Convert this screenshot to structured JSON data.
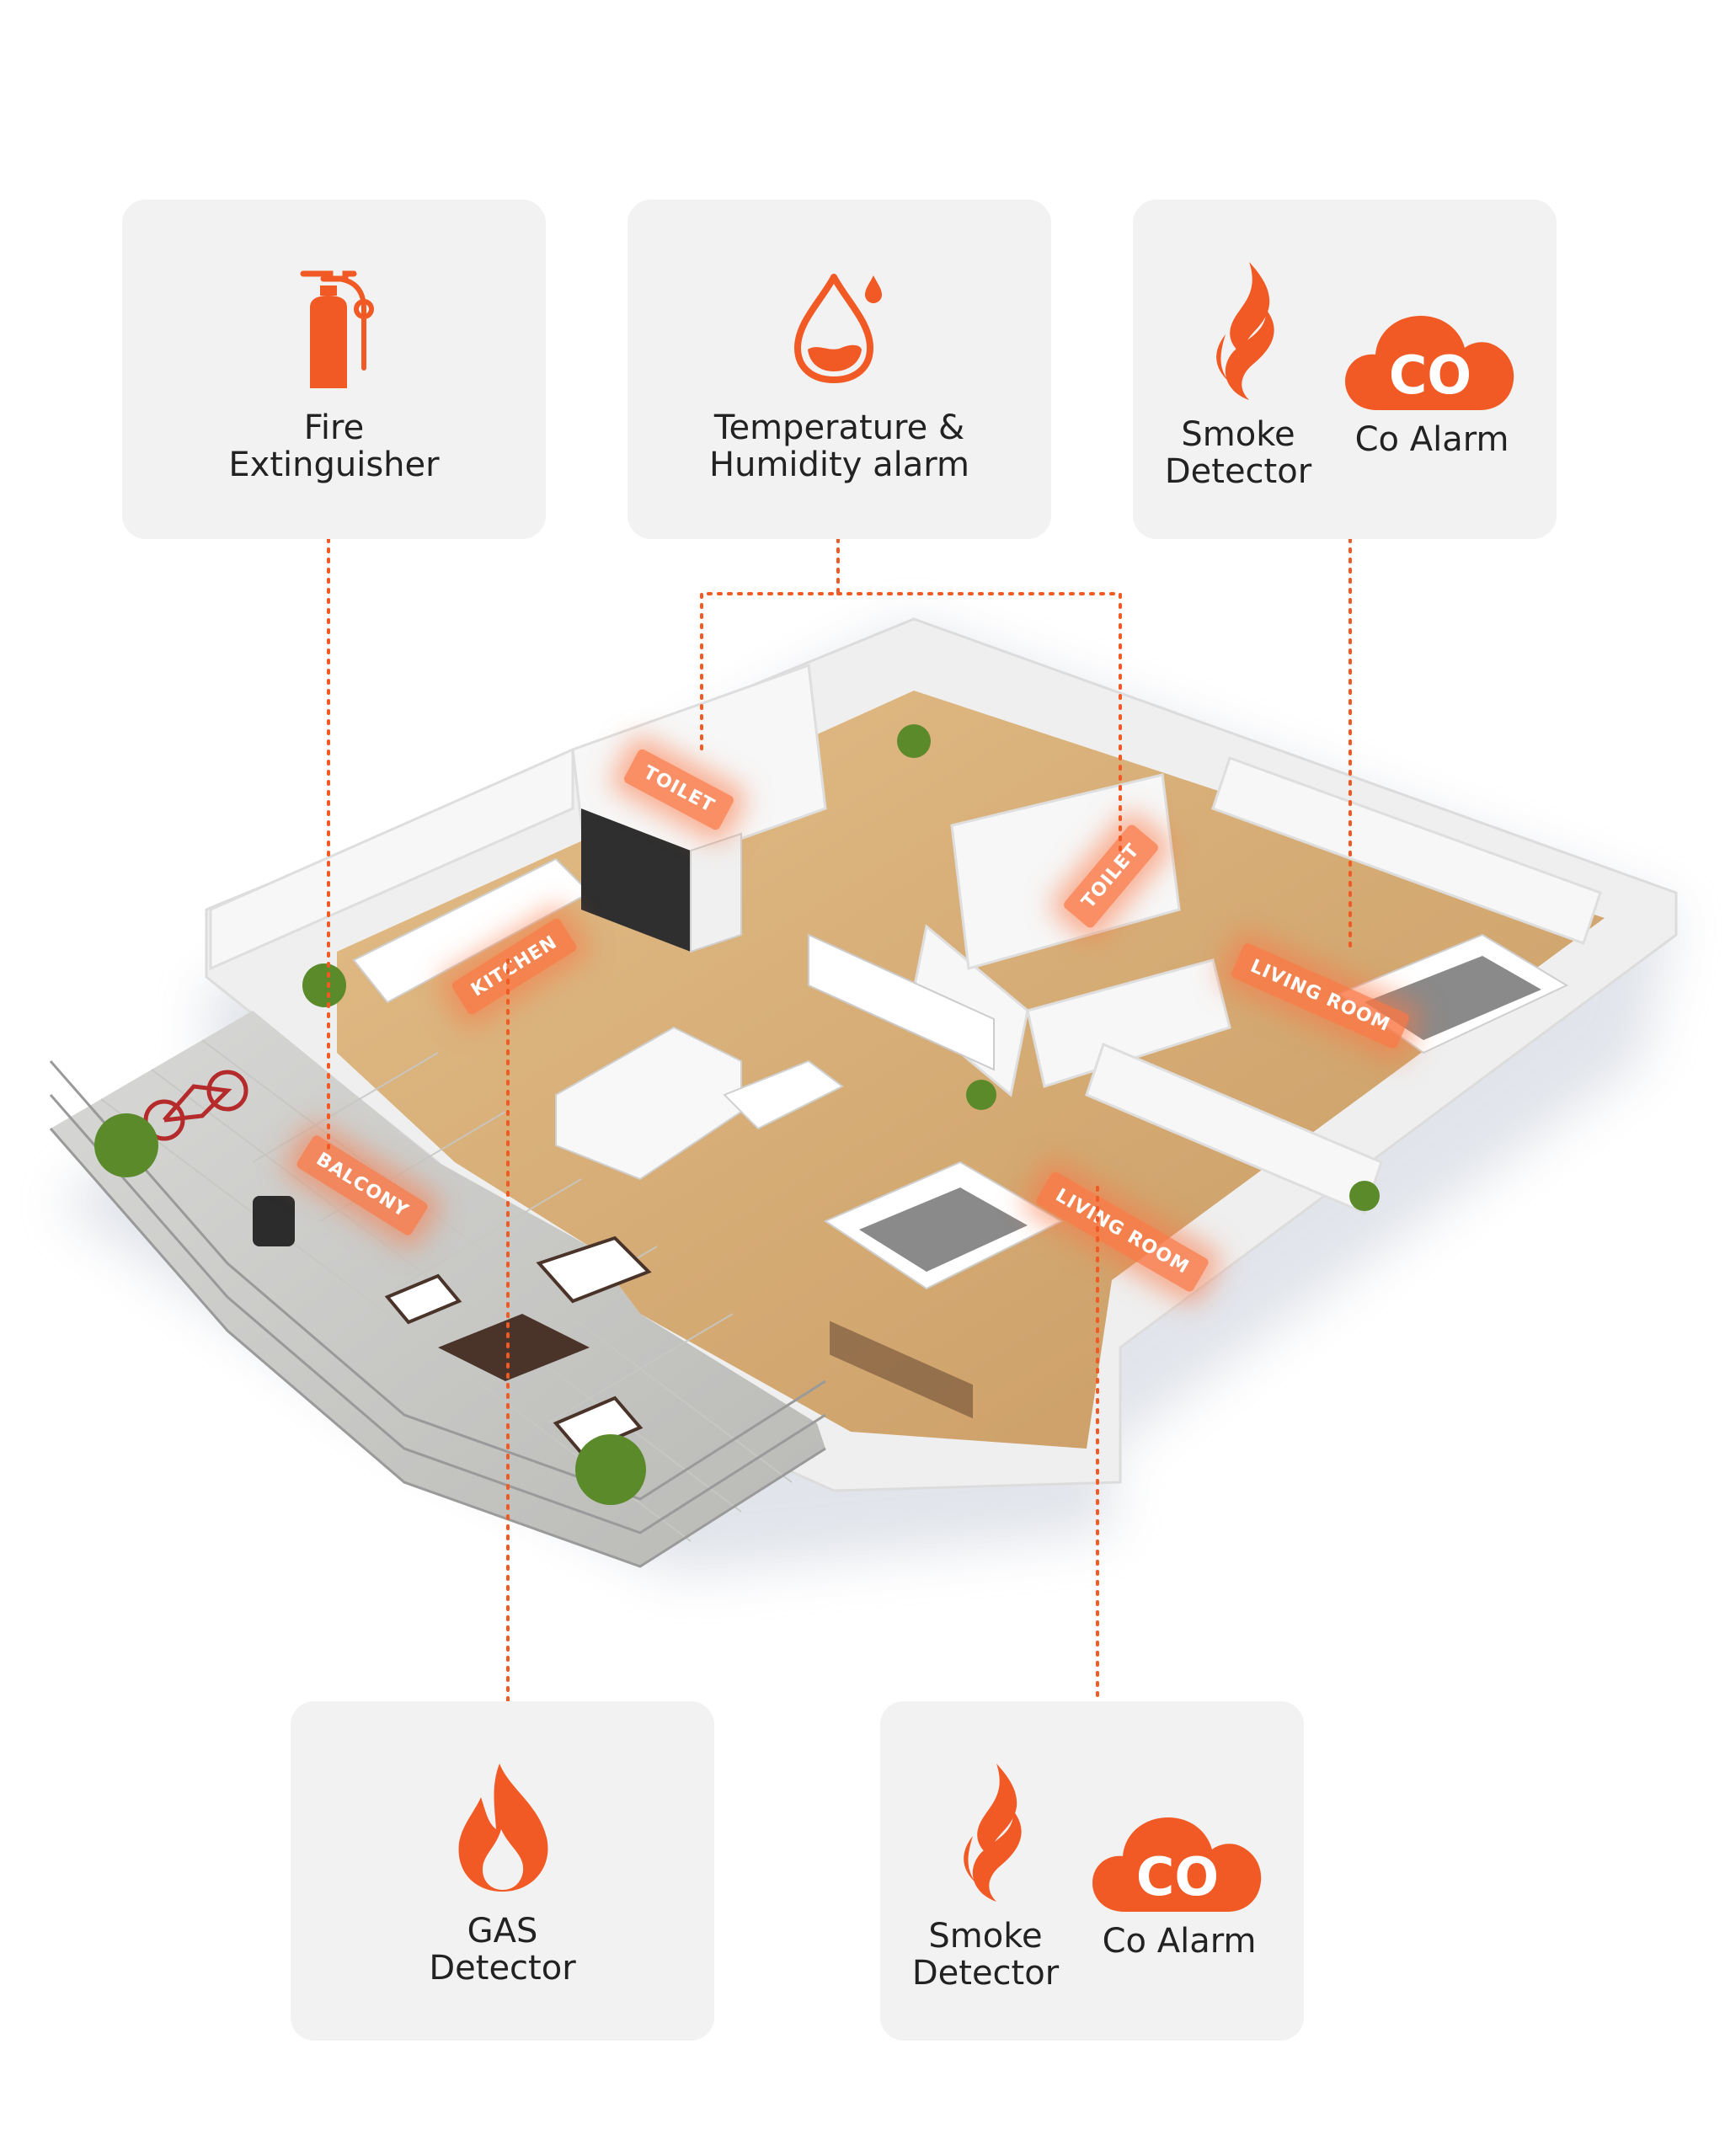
{
  "cards": {
    "fire_extinguisher": {
      "line1": "Fire",
      "line2": "Extinguisher",
      "icon": "fire-extinguisher-icon"
    },
    "temp_humidity": {
      "line1": "Temperature &",
      "line2": "Humidity alarm",
      "icon": "water-drop-icon"
    },
    "smoke_co_top": {
      "smoke_line1": "Smoke",
      "smoke_line2": "Detector",
      "smoke_icon": "smoke-icon",
      "co_label": "Co Alarm",
      "co_icon_text": "CO",
      "co_icon": "co-cloud-icon"
    },
    "gas_detector": {
      "line1": "GAS",
      "line2": "Detector",
      "icon": "flame-icon"
    },
    "smoke_co_bottom": {
      "smoke_line1": "Smoke",
      "smoke_line2": "Detector",
      "smoke_icon": "smoke-icon",
      "co_label": "Co Alarm",
      "co_icon_text": "CO",
      "co_icon": "co-cloud-icon"
    }
  },
  "rooms": {
    "toilet_left": "TOILET",
    "toilet_right": "TOILET",
    "kitchen": "KITCHEN",
    "living_room_top": "LIVING ROOM",
    "living_room_bottom": "LIVING ROOM",
    "balcony": "BALCONY"
  },
  "colors": {
    "accent": "#f15a24",
    "card_bg": "#f2f2f2",
    "text": "#222222",
    "floor": "#d9b07a",
    "wall": "#f4f4f4"
  }
}
